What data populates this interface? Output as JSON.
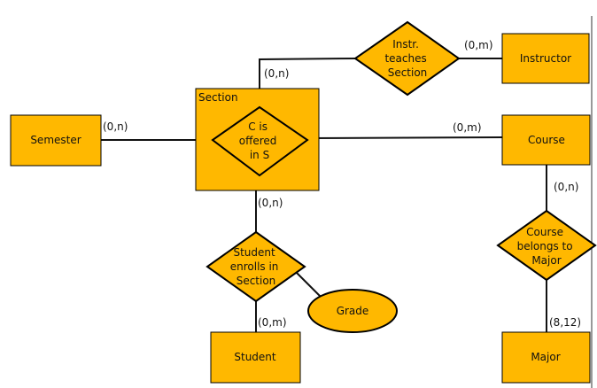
{
  "diagram": {
    "colors": {
      "fill": "#FFB800",
      "stroke": "#000000",
      "line": "#111111",
      "right_border": "#333333"
    },
    "entities": {
      "semester": "Semester",
      "section": "Section",
      "course": "Course",
      "instructor": "Instructor",
      "student": "Student",
      "major": "Major"
    },
    "relationships": {
      "offered": [
        "C is",
        "offered",
        "in S"
      ],
      "teaches": [
        "Instr.",
        "teaches",
        "Section"
      ],
      "enrolls": [
        "Student",
        "enrolls in",
        "Section"
      ],
      "belongs": [
        "Course",
        "belongs to",
        "Major"
      ]
    },
    "attributes": {
      "grade": "Grade"
    },
    "cardinalities": {
      "semester_offered": "(0,n)",
      "offered_course": "(0,m)",
      "section_teaches": "(0,n)",
      "teaches_instructor": "(0,m)",
      "section_enrolls": "(0,n)",
      "enrolls_student": "(0,m)",
      "course_belongs": "(0,n)",
      "belongs_major": "(8,12)"
    }
  }
}
